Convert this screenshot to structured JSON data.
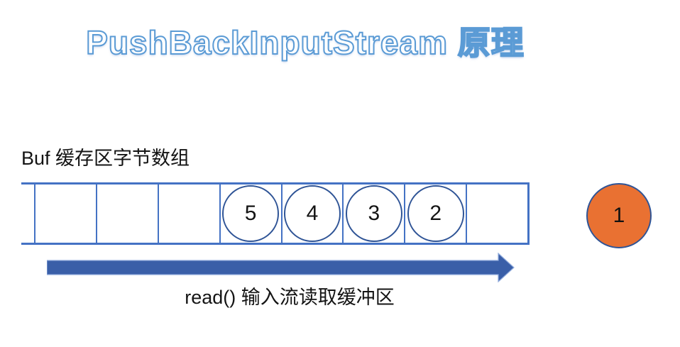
{
  "slide": {
    "title": "PushBackInputStream 原理"
  },
  "buffer": {
    "label": "Buf 缓存区字节数组",
    "cells": [
      {
        "value": ""
      },
      {
        "value": ""
      },
      {
        "value": ""
      },
      {
        "value": "5"
      },
      {
        "value": "4"
      },
      {
        "value": "3"
      },
      {
        "value": "2"
      },
      {
        "value": ""
      }
    ]
  },
  "pushback": {
    "value": "1"
  },
  "arrow": {
    "caption": "read() 输入流读取缓冲区"
  },
  "colors": {
    "grid-blue": "#4472C4",
    "circle-stroke": "#2F5496",
    "arrow-blue": "#3A5FA8",
    "arrow-halo": "#8FAADC",
    "pushback-orange": "#E97132",
    "title-outline": "#5B9BD5",
    "text-black": "#141414"
  }
}
